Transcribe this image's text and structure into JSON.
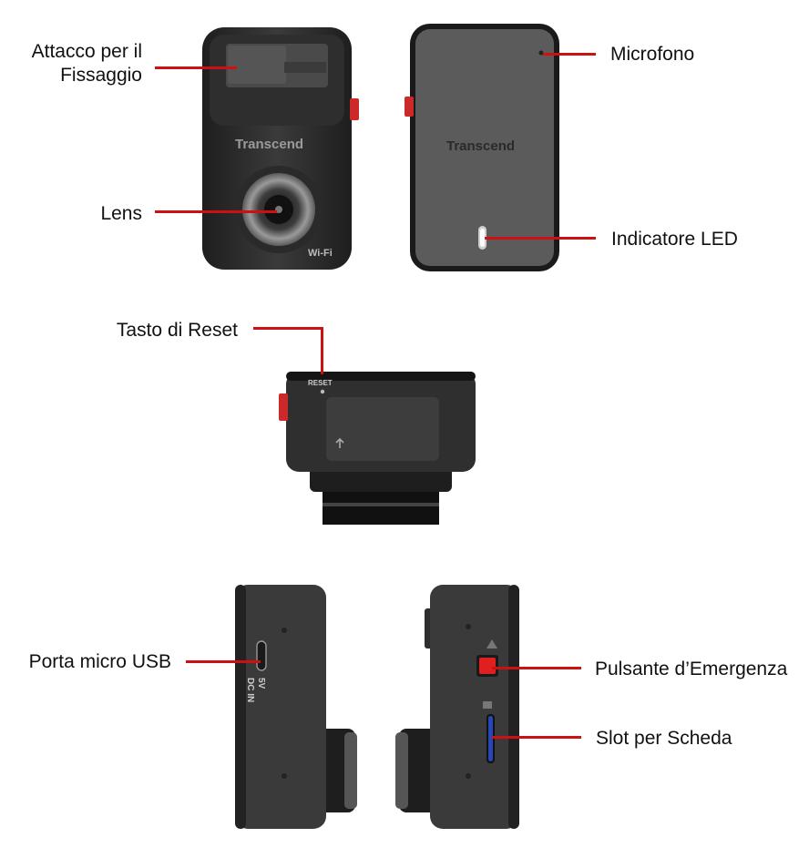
{
  "labels": {
    "mount_line1": "Attacco per il",
    "mount_line2": "Fissaggio",
    "lens": "Lens",
    "microphone": "Microfono",
    "led": "Indicatore LED",
    "reset": "Tasto di Reset",
    "usb": "Porta micro USB",
    "emergency": "Pulsante d’Emergenza",
    "slot": "Slot per Scheda"
  },
  "device": {
    "brand": "Transcend",
    "wifi_text": "Wi-Fi",
    "reset_text": "RESET",
    "port_text_1": "5V",
    "port_text_2": "DC IN"
  },
  "colors": {
    "callout": "#cc1111",
    "body_dark": "#2b2b2b",
    "body_mid": "#4a4a4a",
    "button_red": "#e02020",
    "slot_blue": "#2846b8"
  }
}
